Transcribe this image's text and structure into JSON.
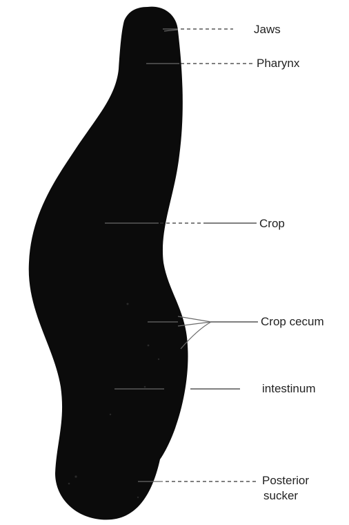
{
  "labels": {
    "jaws": "Jaws",
    "pharynx": "Pharynx",
    "crop": "Crop",
    "crop_cecum": "Crop cecum",
    "intestinum": "intestinum",
    "posterior_sucker_line1": "Posterior",
    "posterior_sucker_line2": "sucker"
  },
  "colors": {
    "body_fill": "#0b0b0b",
    "leader_outside": "#333333",
    "leader_inside": "#6a6a6a",
    "background": "#ffffff"
  }
}
